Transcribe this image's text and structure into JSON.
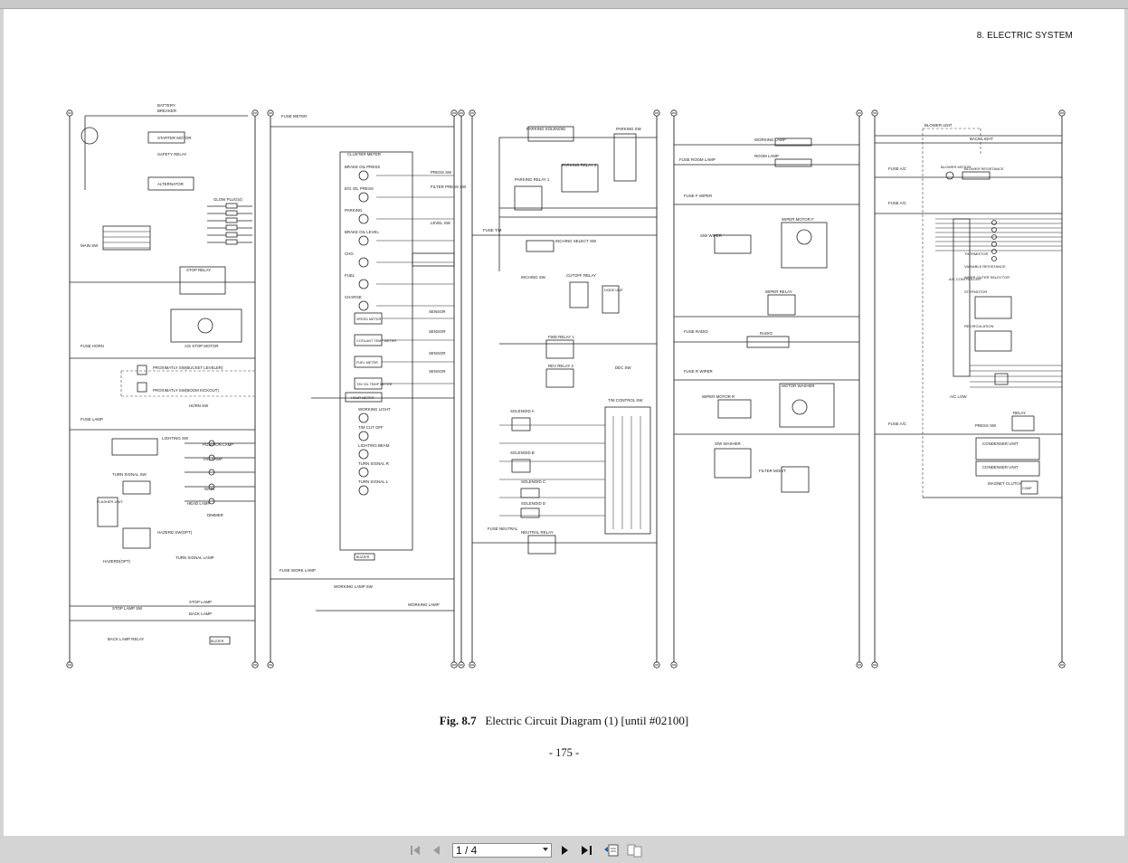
{
  "header": {
    "section": "8.  ELECTRIC SYSTEM"
  },
  "caption": {
    "label": "Fig. 8.7",
    "text": "Electric Circuit Diagram (1) [until #02100]"
  },
  "page_number": "- 175 -",
  "viewer": {
    "page_field": "1 / 4",
    "icons": [
      "first-page-icon",
      "previous-page-icon",
      "next-page-icon",
      "last-page-icon",
      "rotate-page-icon",
      "two-page-view-icon"
    ]
  },
  "diagram_labels": {
    "panel1": [
      "BATTERY",
      "BREAKER",
      "STARTER MOTOR",
      "SAFETY RELAY",
      "ALTERNATOR",
      "GLOW PLUG(4)",
      "MAIN SW",
      "STOP RELAY",
      "A/S STOP MOTOR",
      "FUSE HORN",
      "PROXIMATLY SW(BUCKET LEVELER)",
      "PROXIMATLY SW(BOOM KICKOUT)",
      "HORN SW",
      "FUSE LAMP",
      "LIGHTING SW",
      "POSITION LAMP",
      "TAIL LAMP",
      "TURN SIGNAL SW",
      "FLASHER UNIT",
      "HEAD LAMP",
      "HAZERD SW(OPT)",
      "TURN SIGNAL LAMP",
      "STOP LAMP SW",
      "STOP LAMP",
      "BACK LAMP",
      "BACK LAMP RELAY",
      "BUZZER",
      "MAIN",
      "DIMMER",
      "HAZERD(OPT)"
    ],
    "panel2": [
      "FUSE METER",
      "CLUSTER METER",
      "BRAKE OIL PRESS",
      "E/G OIL PRESS",
      "PARKING",
      "BRAKE OIL LEVEL",
      "CHG",
      "FUEL",
      "CHARGE",
      "SPEED METER",
      "COOLANT TEMP METER",
      "FUEL METER",
      "T/M OIL TEMP METER",
      "HOUR METER",
      "WORKING LIGHT",
      "T/M CUT OFF",
      "LIGHTING BEAM",
      "TURN SIGNAL R",
      "TURN SIGNAL L",
      "BUZZER",
      "FUSE WORK LAMP",
      "WORKING LAMP SW",
      "WORKING LAMP",
      "SENSOR",
      "PRESS SW",
      "FILTER PRESS SW",
      "LEVEL SW"
    ],
    "panel3": [
      "PARKING SOLENOID",
      "PARKING SW",
      "PARKING RELAY 1",
      "PARKING RELAY 2",
      "FUSE T/M",
      "INCHING SELECT SW",
      "INCHING SW",
      "CUTOFF RELAY",
      "DIODE UNIT",
      "FWD RELAY 1",
      "REV RELAY 2",
      "DEC SW",
      "T/M CONTROL SW",
      "SOLENOID A",
      "SOLENOID B",
      "SOLENOID C",
      "SOLENOID D",
      "NEUTRAL RELAY",
      "FUSE NEUTRAL"
    ],
    "panel4": [
      "FUSE ROOM LAMP",
      "WORKING LAMP",
      "ROOM LAMP",
      "FUSE F WIPER",
      "S/W WIPER",
      "WIPER MOTOR F",
      "WIPER RELAY",
      "FUSE RADIO",
      "RADIO",
      "FUSE R WIPER",
      "WIPER MOTOR R",
      "MOTOR WASHER",
      "S/W WASHER",
      "FILTER MOIST"
    ],
    "panel5": [
      "BLOWER UNIT",
      "BACK LIGHT",
      "FUSE A/C",
      "BLOWER MOTOR",
      "BLOWER RESISTANCE",
      "FUSE A/C",
      "THERMISTOR",
      "VARIABLE RESISTANCE",
      "INNER OUTER SELECTOR",
      "STEPMOTOR",
      "RECIRCULATION",
      "A/C CONTROLLER",
      "A/C LOW",
      "FUSE A/C",
      "PRESS SW",
      "RELAY",
      "CONDENSER UNIT",
      "CONDENSER UNIT",
      "MAGNET CLUTCH",
      "COMP"
    ]
  }
}
